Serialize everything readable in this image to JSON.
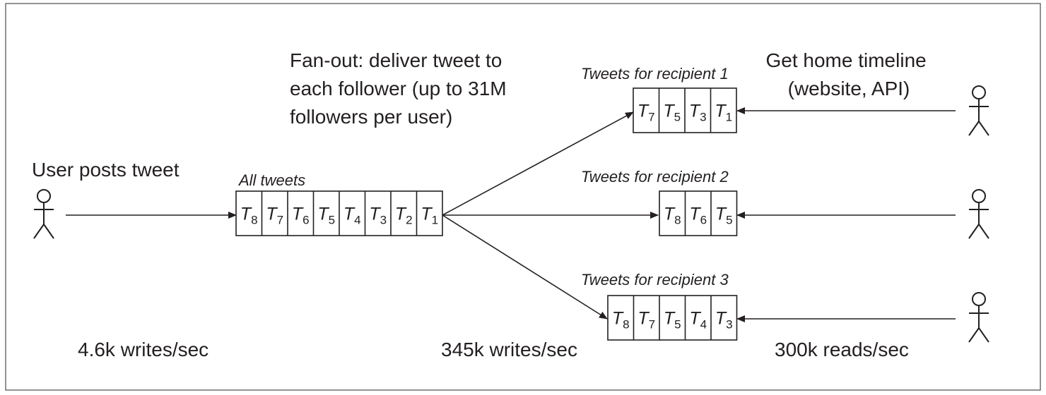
{
  "user_label": "User posts tweet",
  "fanout_label_lines": [
    "Fan-out: deliver tweet to",
    "each follower (up to 31M",
    "followers per user)"
  ],
  "timeline_label_lines": [
    "Get home timeline",
    "(website, API)"
  ],
  "all_tweets": {
    "caption": "All tweets",
    "cells": [
      "8",
      "7",
      "6",
      "5",
      "4",
      "3",
      "2",
      "1"
    ]
  },
  "recipients": [
    {
      "caption": "Tweets for recipient 1",
      "cells": [
        "7",
        "5",
        "3",
        "1"
      ]
    },
    {
      "caption": "Tweets for recipient 2",
      "cells": [
        "8",
        "6",
        "5"
      ]
    },
    {
      "caption": "Tweets for recipient 3",
      "cells": [
        "8",
        "7",
        "5",
        "4",
        "3"
      ]
    }
  ],
  "cell_letter": "T",
  "rates": {
    "writes_in": "4.6k writes/sec",
    "writes_fanout": "345k writes/sec",
    "reads": "300k reads/sec"
  }
}
